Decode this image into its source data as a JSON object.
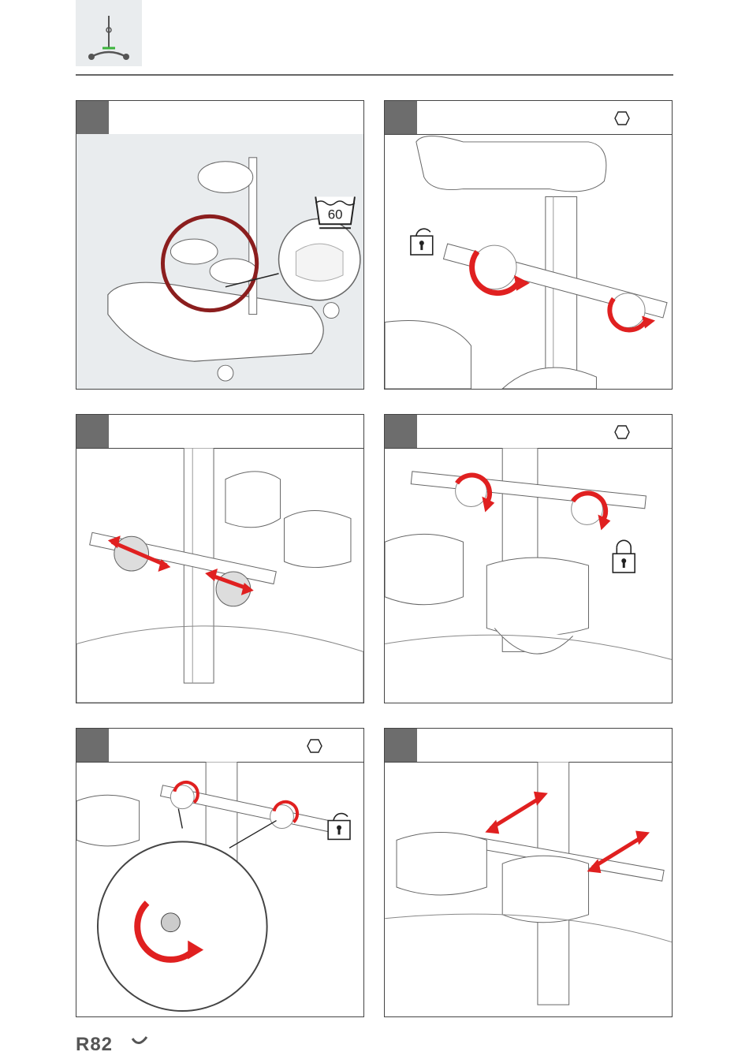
{
  "header": {
    "icon": "standing-frame-icon"
  },
  "panels": [
    {
      "id": 1,
      "hex_tool": false,
      "icon": "washing-60-icon",
      "wash_temp": "60"
    },
    {
      "id": 2,
      "hex_tool": true,
      "icon": "unlock-icon"
    },
    {
      "id": 3,
      "hex_tool": false,
      "icon": "adjust-arrows-icon"
    },
    {
      "id": 4,
      "hex_tool": true,
      "icon": "lock-icon"
    },
    {
      "id": 5,
      "hex_tool": true,
      "icon": "unlock-icon"
    },
    {
      "id": 6,
      "hex_tool": false,
      "icon": "adjust-arrows-icon"
    }
  ],
  "footer": {
    "logo": "R82"
  },
  "colors": {
    "arrow_red": "#e02020",
    "panel_bar_dark": "#6d6d6d",
    "figure_bg": "#e9ecee",
    "accent_green": "#3cb43c"
  }
}
